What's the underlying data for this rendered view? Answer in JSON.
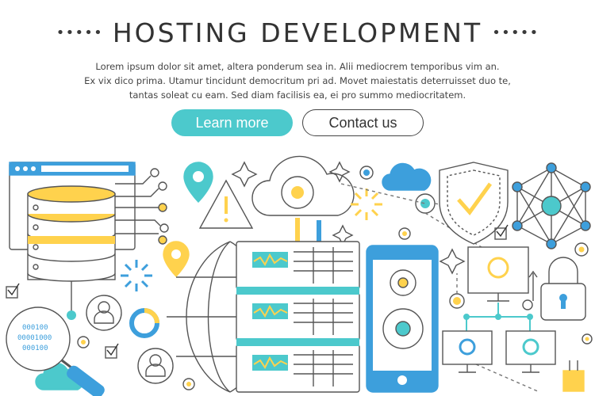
{
  "header": {
    "dots_left": "•••••",
    "title": "HOSTING DEVELOPMENT",
    "dots_right": "•••••",
    "description": [
      "Lorem ipsum dolor sit amet, altera ponderum sea in. Alii mediocrem temporibus vim an.",
      "Ex vix dico prima. Utamur tincidunt democritum pri ad. Movet maiestatis deterruisset duo te,",
      "tantas soleat cu eam. Sed diam facilisis ea, ei pro summo mediocritatem."
    ]
  },
  "buttons": {
    "learn_more": "Learn more",
    "contact_us": "Contact us"
  },
  "illustration": {
    "binary_lines": [
      "000100",
      "00001000",
      "000100"
    ],
    "colors": {
      "teal": "#4cc9cc",
      "yellow": "#ffd24d",
      "blue": "#3d9fdc",
      "outline": "#555555"
    }
  }
}
